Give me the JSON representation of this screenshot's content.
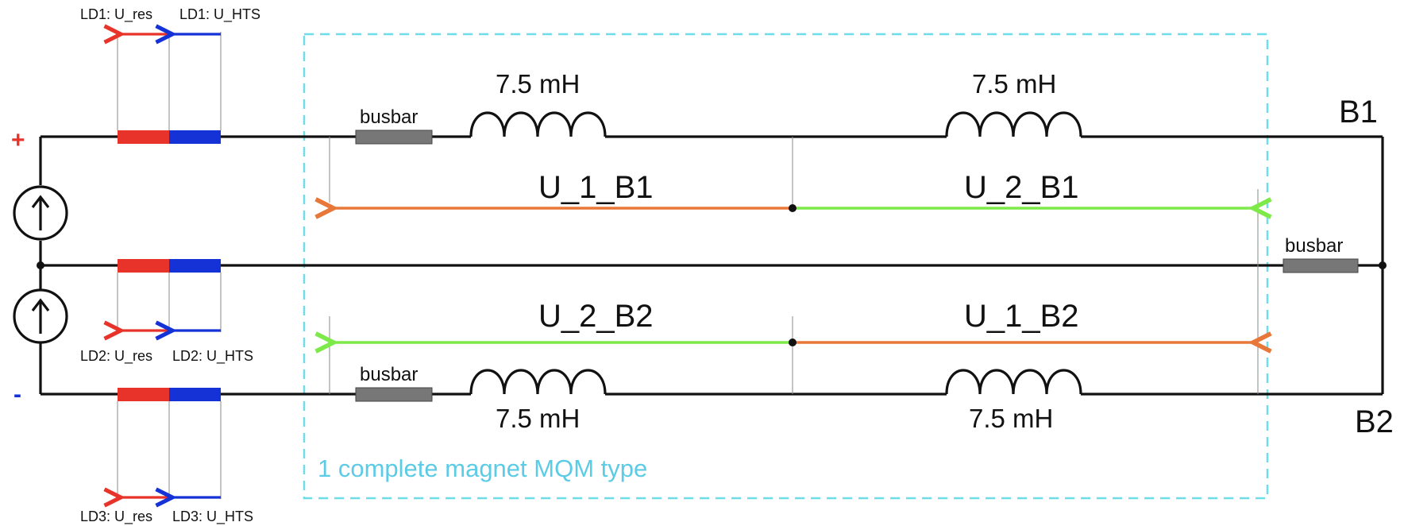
{
  "colors": {
    "res": "#e8332a",
    "hts": "#1432d6",
    "orange": "#e8783a",
    "green": "#7eea4a",
    "cyan": "#6fdde8",
    "box_text": "#5ccbe6",
    "busbar": "#777777",
    "wire": "#111111"
  },
  "leads": {
    "ld1_res": "LD1: U_res",
    "ld1_hts": "LD1: U_HTS",
    "ld2_res": "LD2: U_res",
    "ld2_hts": "LD2: U_HTS",
    "ld3_res": "LD3: U_res",
    "ld3_hts": "LD3: U_HTS"
  },
  "signs": {
    "plus": "+",
    "minus": "-"
  },
  "inductors": {
    "top_left": "7.5 mH",
    "top_right": "7.5 mH",
    "bottom_left": "7.5 mH",
    "bottom_right": "7.5 mH"
  },
  "busbars": {
    "top": "busbar",
    "middle": "busbar",
    "bottom": "busbar"
  },
  "voltages": {
    "u1b1": "U_1_B1",
    "u2b1": "U_2_B1",
    "u2b2": "U_2_B2",
    "u1b2": "U_1_B2"
  },
  "branches": {
    "b1": "B1",
    "b2": "B2"
  },
  "box_label": "1 complete magnet MQM type",
  "icons": {
    "source_top": "current-source-up-arrow-icon",
    "source_bottom": "current-source-up-arrow-icon"
  }
}
